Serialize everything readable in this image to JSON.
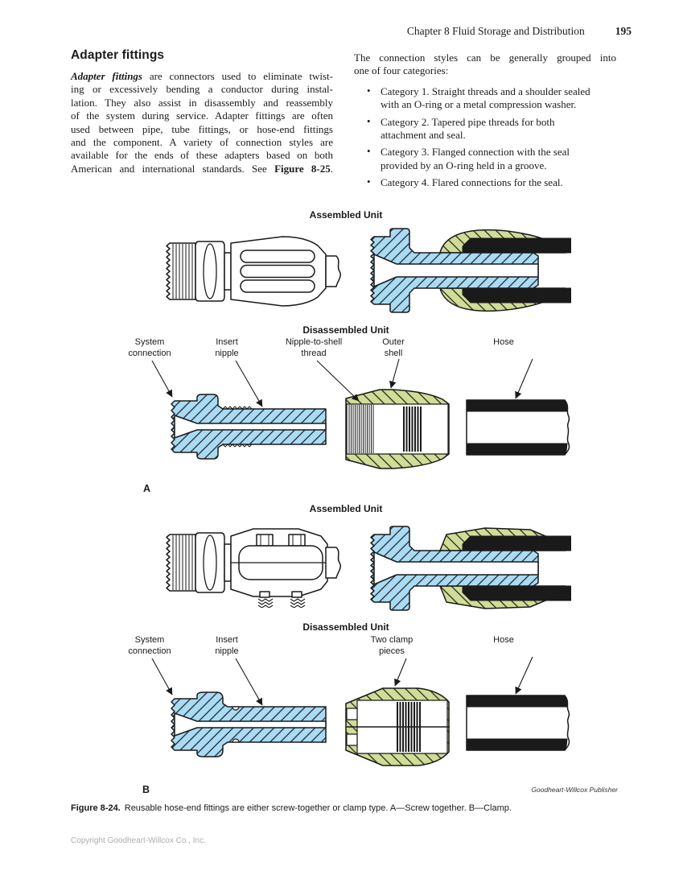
{
  "header": {
    "running_title": "Chapter 8  Fluid Storage and Distribution",
    "page_number": "195"
  },
  "article": {
    "heading": "Adapter fittings",
    "intro": {
      "lead_term": "Adapter fittings",
      "line1_rest": " are connectors used to eliminate twist-",
      "lines": [
        "ing or excessively bending a conductor during instal-",
        "lation. They also assist in disassembly and reassembly",
        "of the system during service. Adapter fittings are often",
        "used between pipe, tube fittings, or hose-end fittings",
        "and the component. A variety of connection styles are",
        "available for the ends of these adapters based on both"
      ],
      "last_pre": "American and international standards. See ",
      "last_bold": "Figure 8-25",
      "last_post": "."
    },
    "right_lines": [
      "The connection styles can be generally grouped into",
      "one of four categories:"
    ],
    "bullet_glyph": "•",
    "categories": [
      {
        "lines": [
          "Category 1. Straight threads and a shoulder sealed",
          "with an O-ring or a metal compression washer."
        ]
      },
      {
        "lines": [
          "Category 2. Tapered pipe threads for both",
          "attachment and seal."
        ]
      },
      {
        "lines": [
          "Category 3. Flanged connection with the seal",
          "provided by an O-ring held in a groove."
        ]
      },
      {
        "lines": [
          "Category 4. Flared connections for the seal."
        ]
      }
    ]
  },
  "figure": {
    "section_a": {
      "assembled_title": "Assembled Unit",
      "disassembled_title": "Disassembled Unit",
      "part_label": "A",
      "labels": [
        [
          "System",
          "connection"
        ],
        [
          "Insert",
          "nipple"
        ],
        [
          "Nipple-to-shell",
          "thread"
        ],
        [
          "Outer",
          "shell"
        ],
        [
          "Hose"
        ]
      ]
    },
    "section_b": {
      "assembled_title": "Assembled Unit",
      "disassembled_title": "Disassembled Unit",
      "part_label": "B",
      "labels": [
        [
          "System",
          "connection"
        ],
        [
          "Insert",
          "nipple"
        ],
        [
          "Two clamp",
          "pieces"
        ],
        [
          "Hose"
        ]
      ]
    },
    "attribution": "Goodheart-Willcox Publisher",
    "caption_label": "Figure 8-24.",
    "caption_text": "Reusable hose-end fittings are either screw-together or clamp type. A—Screw together. B—Clamp."
  },
  "footer": {
    "copyright": "Copyright Goodheart-Willcox Co., Inc."
  },
  "colors": {
    "nipple_blue": "#a9dbf5",
    "shell_green": "#cfdd96",
    "line_black": "#1a1a1a"
  }
}
